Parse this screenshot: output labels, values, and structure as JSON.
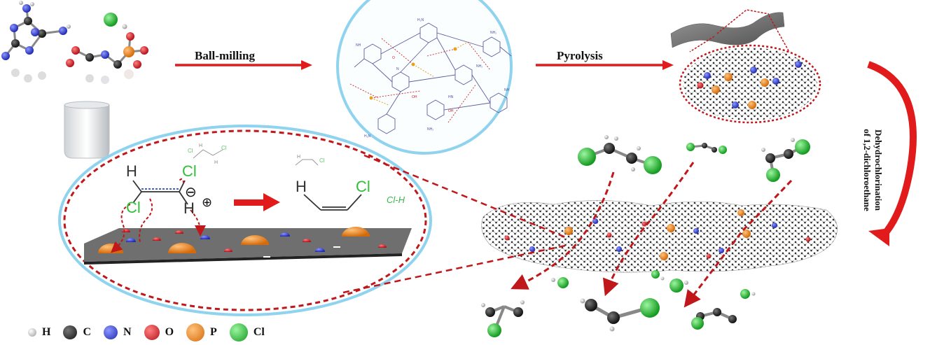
{
  "steps": {
    "step1": "Ball-milling",
    "step2": "Pyrolysis",
    "side_line1": "Dehydrochlorination",
    "side_line2": "of 1,2-dichloroethane"
  },
  "mechanism": {
    "h_top": "H",
    "cl_top": "Cl",
    "cl_left": "Cl",
    "h_bottom": "H",
    "minus": "⊖",
    "plus": "⊕",
    "product_h": "H",
    "product_cl": "Cl",
    "byproduct": "Cl-H"
  },
  "legend": [
    {
      "symbol": "H",
      "color": "#d9d9d9"
    },
    {
      "symbol": "C",
      "color": "#2b2b2b"
    },
    {
      "symbol": "N",
      "color": "#2f3fd8"
    },
    {
      "symbol": "O",
      "color": "#e0222c"
    },
    {
      "symbol": "P",
      "color": "#f08a24"
    },
    {
      "symbol": "Cl",
      "color": "#2fbf3a"
    }
  ],
  "colors": {
    "arrow_red": "#e11b1b",
    "dash_red": "#c0171b",
    "circle_blue": "#8fd3ef",
    "sheet_gray": "#6f6f6f"
  }
}
